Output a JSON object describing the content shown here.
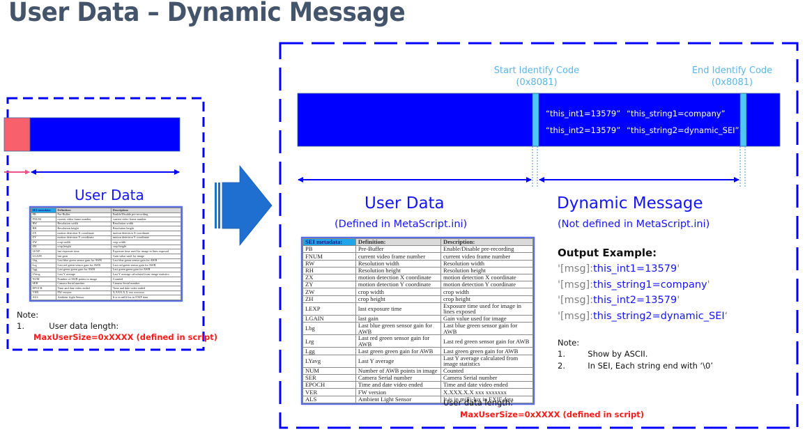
{
  "title": "User Data – Dynamic Message",
  "colors": {
    "accent_blue": "#0000ff",
    "identify_code": "#4fc8f5",
    "prefix_red": "#f8616b",
    "title_gray": "#44546a",
    "warning_red": "#ff1a1a"
  },
  "left_panel": {
    "user_data_label": "User Data",
    "note_heading": "Note:",
    "notes": [
      {
        "num": "1.",
        "text": "User data length:"
      }
    ],
    "max_size": "MaxUserSize=0xXXXX (defined in script)"
  },
  "right_panel": {
    "start_code": {
      "label": "Start Identify Code",
      "value": "(0x8081)"
    },
    "end_code": {
      "label": "End Identify Code",
      "value": "(0x8081)"
    },
    "bar_messages": [
      "“this_int1=13579”",
      "“this_string1=company”",
      "“this_int2=13579”",
      "“this_string2=dynamic_SEI”"
    ],
    "user_data": {
      "label": "User Data",
      "sub": "(Defined in MetaScript.ini)"
    },
    "dynamic_message": {
      "label": "Dynamic Message",
      "sub": "(Not defined in MetaScript.ini)"
    },
    "output_example": {
      "heading": "Output Example:",
      "lines": [
        {
          "prefix": "'[msg]:",
          "value": "this_int1=13579",
          "suffix": "'"
        },
        {
          "prefix": "'[msg]:",
          "value": "this_string1=company",
          "suffix": "'"
        },
        {
          "prefix": "'[msg]:",
          "value": "this_int2=13579",
          "suffix": "'"
        },
        {
          "prefix": "'[msg]:",
          "value": "this_string2=dynamic_SEI",
          "suffix": "‘"
        }
      ]
    },
    "note_heading": "Note:",
    "notes": [
      {
        "num": "1.",
        "text": "Show by ASCII."
      },
      {
        "num": "2.",
        "text": "In SEI, Each string end with ‘\\0’"
      }
    ],
    "length_label": "User data length:",
    "max_size": "MaxUserSize=0xXXXX (defined in script)"
  },
  "sei_table": {
    "headers": [
      "SEI metadata:",
      "Definition:",
      "Description:"
    ],
    "rows": [
      [
        "PB",
        "Pre-Buffer",
        "Enable/Disable pre-recording"
      ],
      [
        "FNUM",
        "current video frame number",
        "current video frame number"
      ],
      [
        "RW",
        "Resolution width",
        "Resolution width"
      ],
      [
        "RH",
        "Resolution height",
        "Resolution height"
      ],
      [
        "ZX",
        "motion detection X coordinate",
        "motion detection X coordinate"
      ],
      [
        "ZY",
        "motion detection Y coordinate",
        "motion detection Y coordinate"
      ],
      [
        "ZW",
        "crop width",
        "crop width"
      ],
      [
        "ZH",
        "crop height",
        "crop height"
      ],
      [
        "LEXP",
        "last exposure time",
        "Exposure time used for image in lines exposed"
      ],
      [
        "LGAIN",
        "last gain",
        "Gain value used for image"
      ],
      [
        "Lbg",
        "Last blue green sensor gain for AWB",
        "Last blue green sensor gain for AWB"
      ],
      [
        "Lrg",
        "Last red green sensor gain for AWB",
        "Last red green sensor gain for AWB"
      ],
      [
        "Lgg",
        "Last green green gain for AWB",
        "Last green green gain for AWB"
      ],
      [
        "LYavg",
        "Last Y average",
        "Last Y average calculated from image statistics"
      ],
      [
        "NUM",
        "Number of AWB points in image",
        "Counted"
      ],
      [
        "SER",
        "Camera Serial number",
        "Camera Serial number"
      ],
      [
        "EPOCH",
        "Time and date video ended",
        "Time and date video ended"
      ],
      [
        "VER",
        "FW version",
        "X.XXX.X.X  xxx  xxxxxxx"
      ],
      [
        "ALS",
        "Ambient Light Sensor",
        "It is in milli-lux in EXIF data"
      ]
    ]
  }
}
